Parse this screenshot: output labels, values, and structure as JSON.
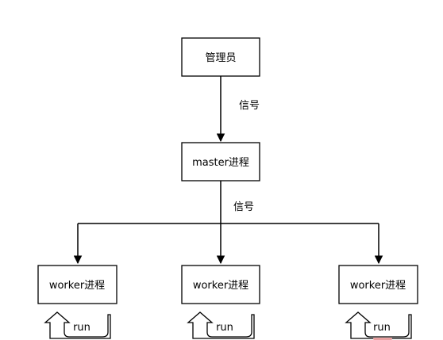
{
  "nodes": {
    "admin": {
      "label": "管理员"
    },
    "master": {
      "label": "master进程"
    },
    "workers": [
      {
        "label": "worker进程",
        "loop_label": "run"
      },
      {
        "label": "worker进程",
        "loop_label": "run"
      },
      {
        "label": "worker进程",
        "loop_label": "run"
      }
    ]
  },
  "edges": {
    "admin_to_master": {
      "label": "信号"
    },
    "master_to_workers": {
      "label": "信号"
    }
  },
  "colors": {
    "stroke": "#000000",
    "fill": "#ffffff",
    "text": "#000000",
    "accent_mark": "#e8a0a0"
  }
}
